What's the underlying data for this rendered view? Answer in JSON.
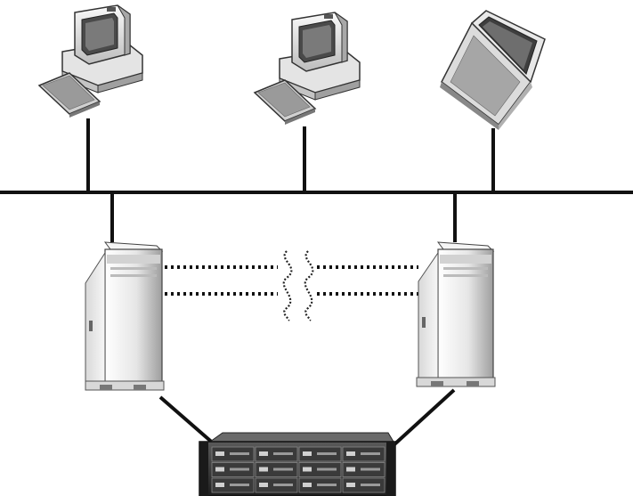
{
  "diagram": {
    "type": "network-topology",
    "nodes": [
      {
        "id": "workstation-1",
        "icon": "desktop-computer-icon"
      },
      {
        "id": "workstation-2",
        "icon": "desktop-computer-icon"
      },
      {
        "id": "laptop",
        "icon": "laptop-icon"
      },
      {
        "id": "server-left",
        "icon": "tower-server-icon"
      },
      {
        "id": "server-right",
        "icon": "tower-server-icon"
      },
      {
        "id": "storage-array",
        "icon": "disk-array-icon"
      }
    ],
    "edges": [
      {
        "from": "workstation-1",
        "to": "network-bus",
        "style": "solid"
      },
      {
        "from": "workstation-2",
        "to": "network-bus",
        "style": "solid"
      },
      {
        "from": "laptop",
        "to": "network-bus",
        "style": "solid"
      },
      {
        "from": "server-left",
        "to": "network-bus",
        "style": "solid"
      },
      {
        "from": "server-right",
        "to": "network-bus",
        "style": "solid"
      },
      {
        "from": "server-left",
        "to": "server-right",
        "style": "dotted",
        "count": 2,
        "break_symbol": "wavy-break-icon"
      },
      {
        "from": "server-left",
        "to": "storage-array",
        "style": "solid"
      },
      {
        "from": "server-right",
        "to": "storage-array",
        "style": "solid"
      }
    ],
    "colors": {
      "line": "#111111",
      "device_light": "#f2f2f2",
      "device_mid": "#bdbdbd",
      "device_dark": "#555555",
      "storage_body": "#2e2e2e"
    }
  }
}
